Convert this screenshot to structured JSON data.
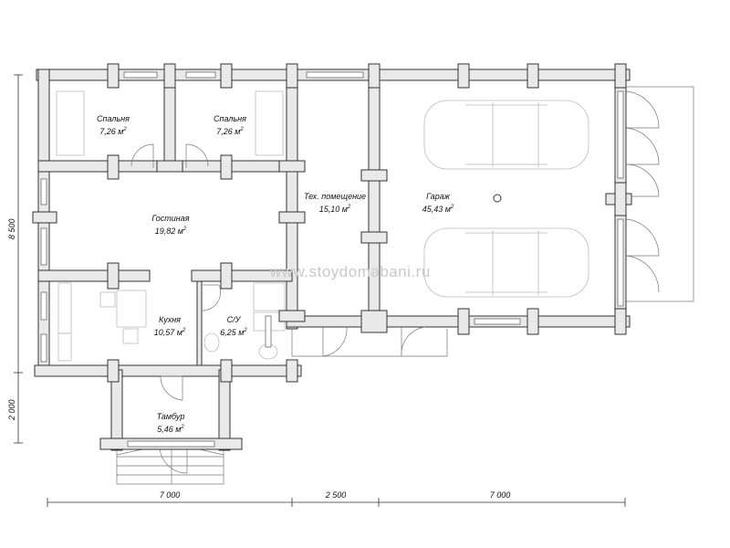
{
  "rooms": [
    {
      "name": "Спальня",
      "area": "7,26 м",
      "id": "bedroom-1"
    },
    {
      "name": "Спальня",
      "area": "7,26 м",
      "id": "bedroom-2"
    },
    {
      "name": "Гостиная",
      "area": "19,82 м",
      "id": "living-room"
    },
    {
      "name": "Тех. помещение",
      "area": "15,10 м",
      "id": "tech-room"
    },
    {
      "name": "Гараж",
      "area": "45,43 м",
      "id": "garage"
    },
    {
      "name": "Кухня",
      "area": "10,57 м",
      "id": "kitchen"
    },
    {
      "name": "С/У",
      "area": "6,25 м",
      "id": "bathroom"
    },
    {
      "name": "Тамбур",
      "area": "5,46 м",
      "id": "vestibule"
    }
  ],
  "sup": "2",
  "dimensions": {
    "horizontal": [
      "7 000",
      "2 500",
      "7 000"
    ],
    "vertical": [
      "8 500",
      "2 000"
    ]
  },
  "watermark": "www.stoydomabani.ru"
}
